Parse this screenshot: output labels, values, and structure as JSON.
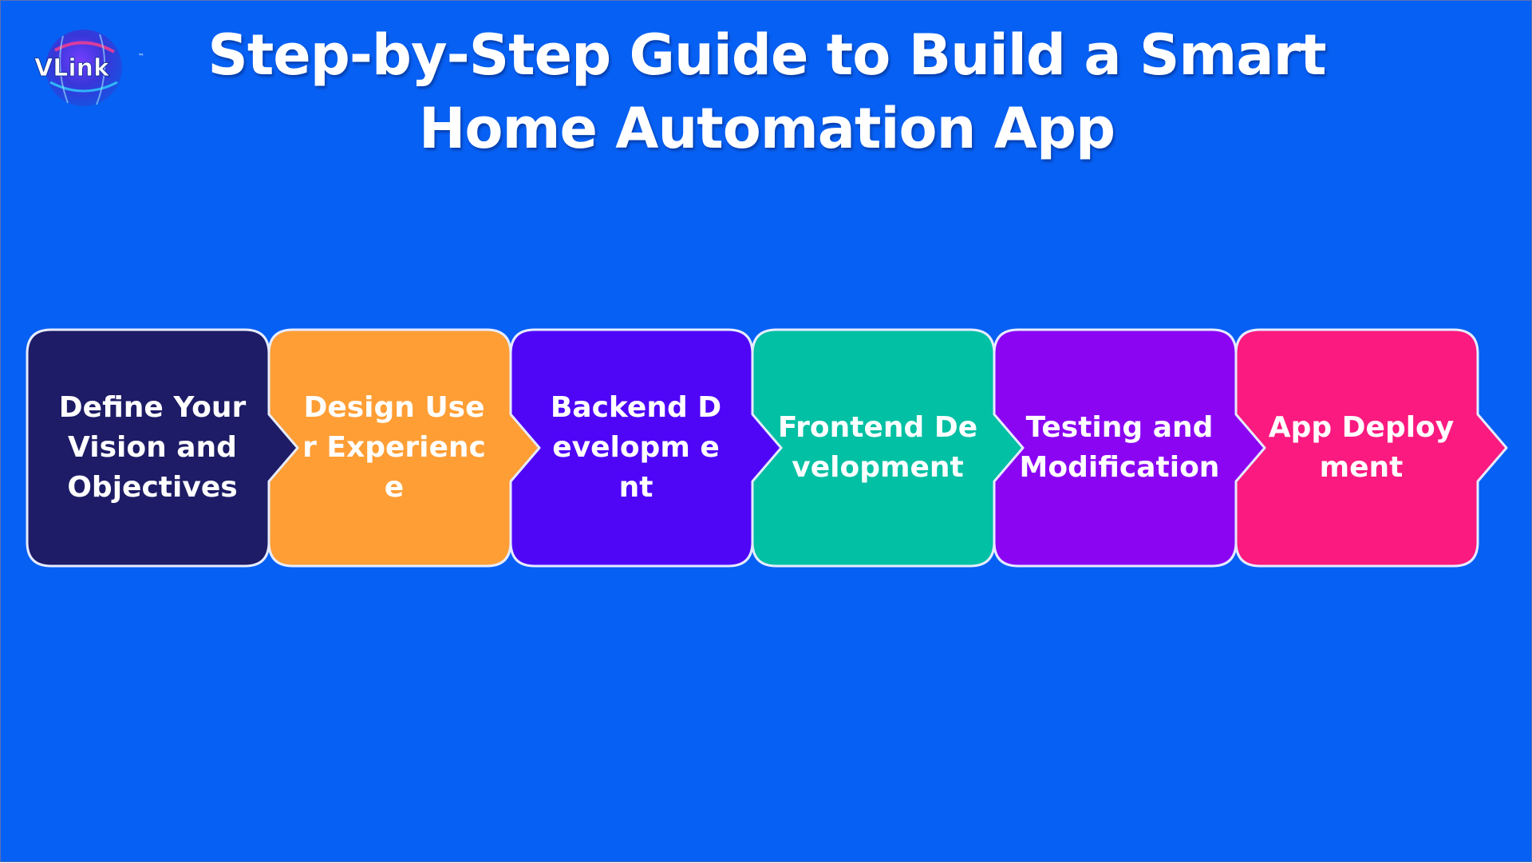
{
  "title": {
    "line1": "Step-by-Step Guide to Build a Smart",
    "line2": "Home Automation App"
  },
  "logo": {
    "text": "VLink",
    "trademark": "™"
  },
  "colors": {
    "background": "#0760F4",
    "outline": "#e6ecff"
  },
  "steps": [
    {
      "label": "Define Your Vision and Objectives",
      "color": "#1E1C66"
    },
    {
      "label": "Design User Experience",
      "color": "#FF9E35"
    },
    {
      "label": "Backend Developm ent",
      "color": "#4F06F7"
    },
    {
      "label": "Frontend Development",
      "color": "#02C0A3"
    },
    {
      "label": "Testing and Modification",
      "color": "#8B05F3"
    },
    {
      "label": "App Deployment",
      "color": "#FB1A7F"
    }
  ]
}
